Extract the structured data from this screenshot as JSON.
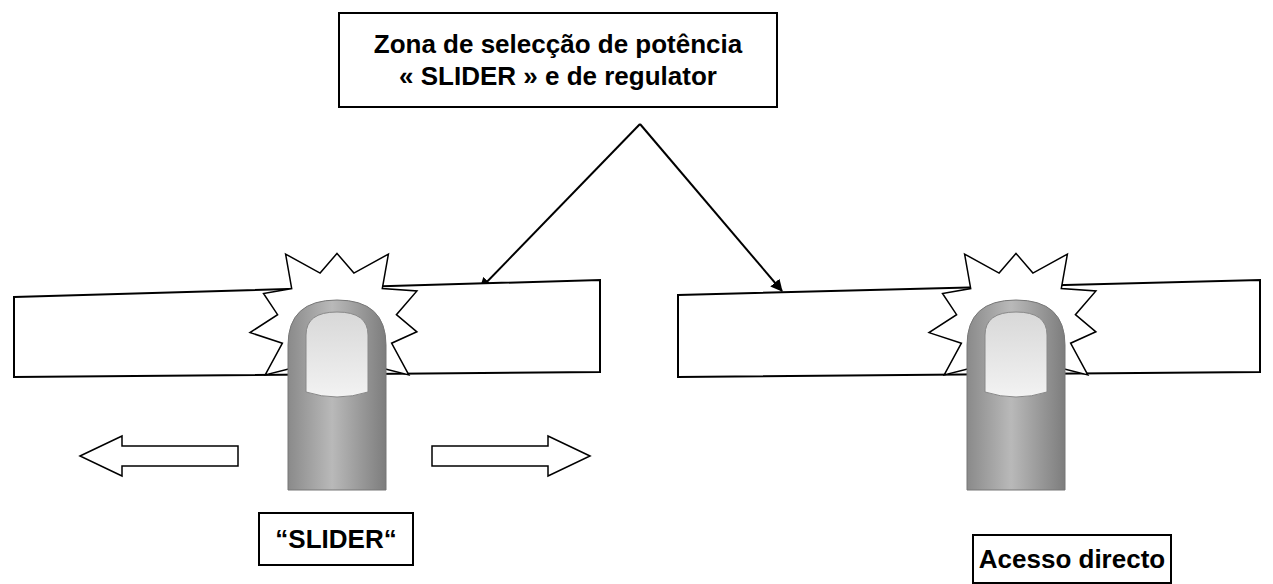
{
  "diagram": {
    "nodes": [
      {
        "text": [
          "Zona de selecção de potência « SLIDER » e de regulator"
        ]
      },
      {
        "text": [
          "“SLIDER“"
        ]
      },
      {
        "text": [
          "Acesso directo"
        ]
      }
    ]
  }
}
